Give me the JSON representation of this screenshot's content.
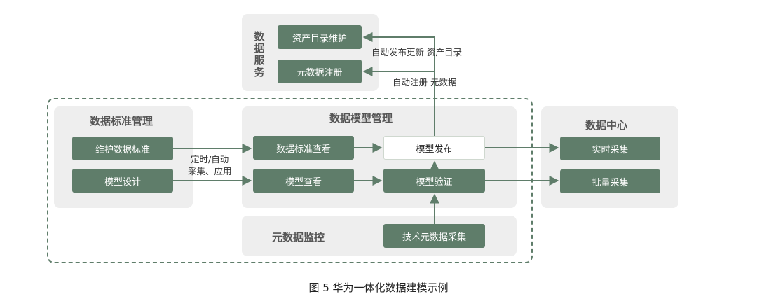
{
  "service": {
    "title": "数据服务",
    "items": [
      "资产目录维护",
      "元数据注册"
    ]
  },
  "standard": {
    "title": "数据标准管理",
    "items": [
      "维护数据标准",
      "模型设计"
    ]
  },
  "model": {
    "title": "数据模型管理",
    "items": [
      "数据标准查看",
      "模型发布",
      "模型查看",
      "模型验证"
    ]
  },
  "center": {
    "title": "数据中心",
    "items": [
      "实时采集",
      "批量采集"
    ]
  },
  "monitor": {
    "title": "元数据监控",
    "item": "技术元数据采集"
  },
  "edge_labels": {
    "publish_update": "自动发布更新 资产目录",
    "auto_register": "自动注册 元数据",
    "timed_line1": "定时/自动",
    "timed_line2": "采集、应用"
  },
  "caption": "图 5 华为一体化数据建模示例",
  "colors": {
    "box": "#5f7d6a",
    "panel": "#eeeeee",
    "dash": "#5f7d6a"
  }
}
